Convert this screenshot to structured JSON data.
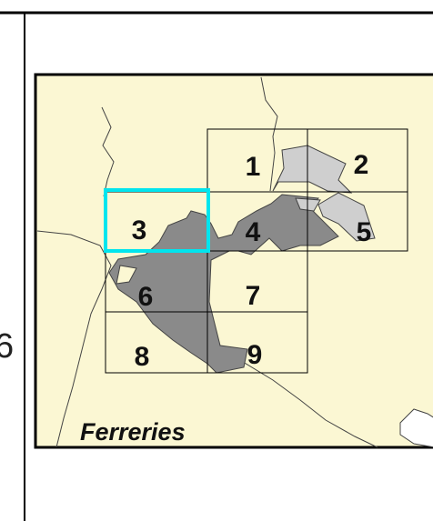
{
  "map": {
    "place_name": "Ferreries",
    "cut_text": "6",
    "colors": {
      "background": "#ffffff",
      "land": "#fbf7d3",
      "border": "#000000",
      "wetland_dark": "#8a8a8a",
      "wetland_light": "#cfcfcf",
      "selected": "#00e5ee",
      "line": "#444444"
    },
    "selected_cell": "3",
    "grid_cells": [
      {
        "label": "1"
      },
      {
        "label": "2"
      },
      {
        "label": "3"
      },
      {
        "label": "4"
      },
      {
        "label": "5"
      },
      {
        "label": "6"
      },
      {
        "label": "7"
      },
      {
        "label": "8"
      },
      {
        "label": "9"
      }
    ]
  }
}
